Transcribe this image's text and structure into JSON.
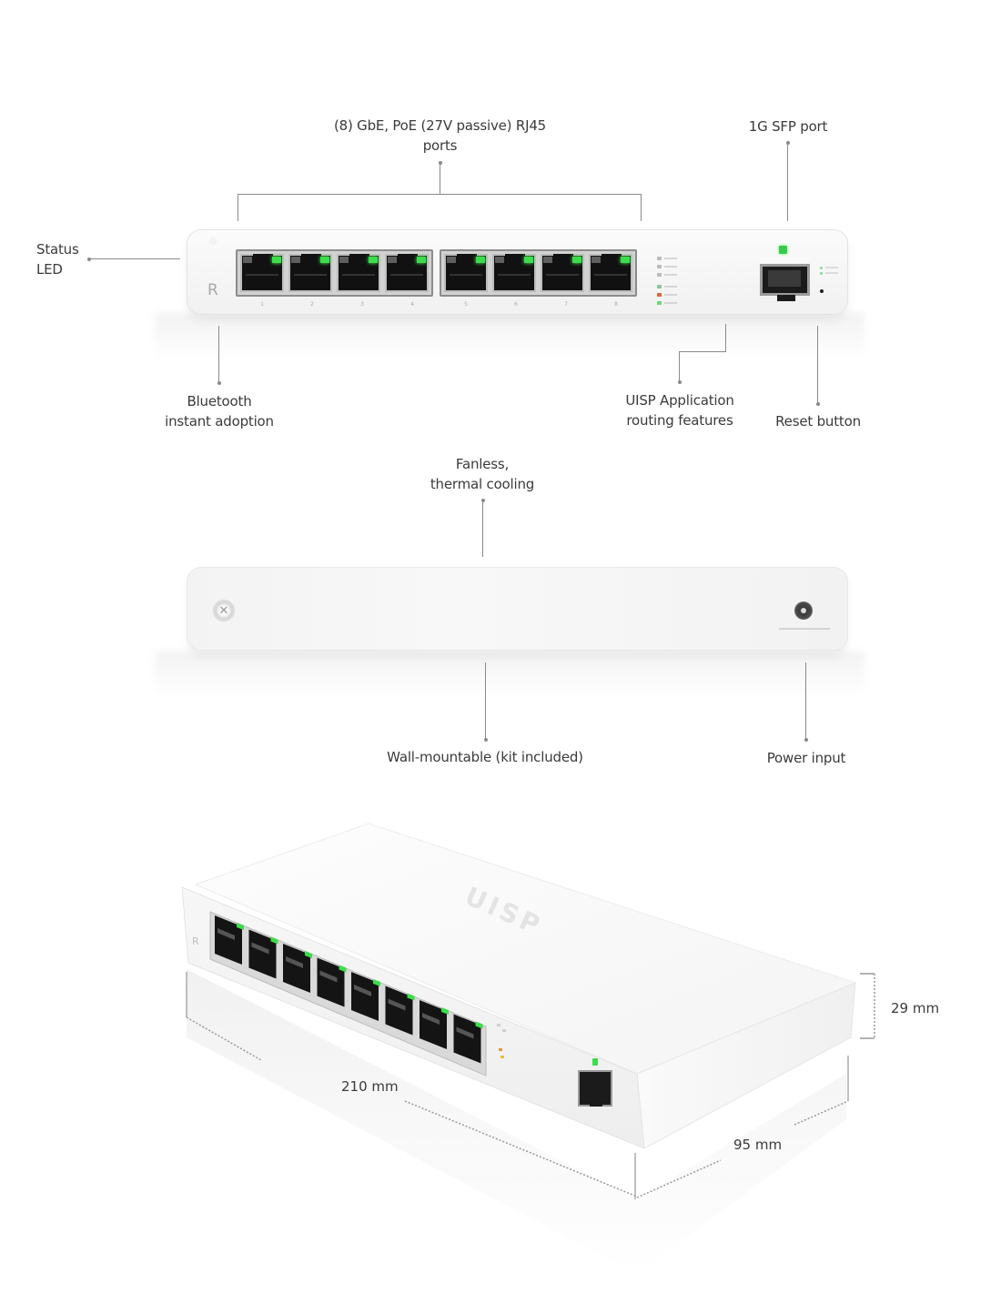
{
  "front_view": {
    "callouts": {
      "ports": "(8) GbE, PoE (27V passive) RJ45\nports",
      "ports_line1": "(8) GbE, PoE (27V passive) RJ45",
      "ports_line2": "ports",
      "sfp": "1G SFP port",
      "status_led_line1": "Status",
      "status_led_line2": "LED",
      "bluetooth_line1": "Bluetooth",
      "bluetooth_line2": "instant adoption",
      "uisp_line1": "UISP Application",
      "uisp_line2": "routing features",
      "reset": "Reset button"
    },
    "device": {
      "logo_glyph": "R",
      "rj45_port_count": 8,
      "port_numbers": [
        "1",
        "2",
        "3",
        "4",
        "5",
        "6",
        "7",
        "8"
      ],
      "led_colors": {
        "link": "#3ddc4a",
        "sfp": "#39c94b",
        "warn": "#e0673a"
      }
    }
  },
  "back_view": {
    "callouts": {
      "fanless_line1": "Fanless,",
      "fanless_line2": "thermal cooling",
      "wall_mount": "Wall-mountable (kit included)",
      "power": "Power input"
    },
    "icons": [
      "screw-icon",
      "power-jack-icon"
    ]
  },
  "iso_view": {
    "brand_mark": "UISP",
    "dimensions": {
      "width": "210 mm",
      "depth": "95 mm",
      "height": "29 mm"
    }
  }
}
